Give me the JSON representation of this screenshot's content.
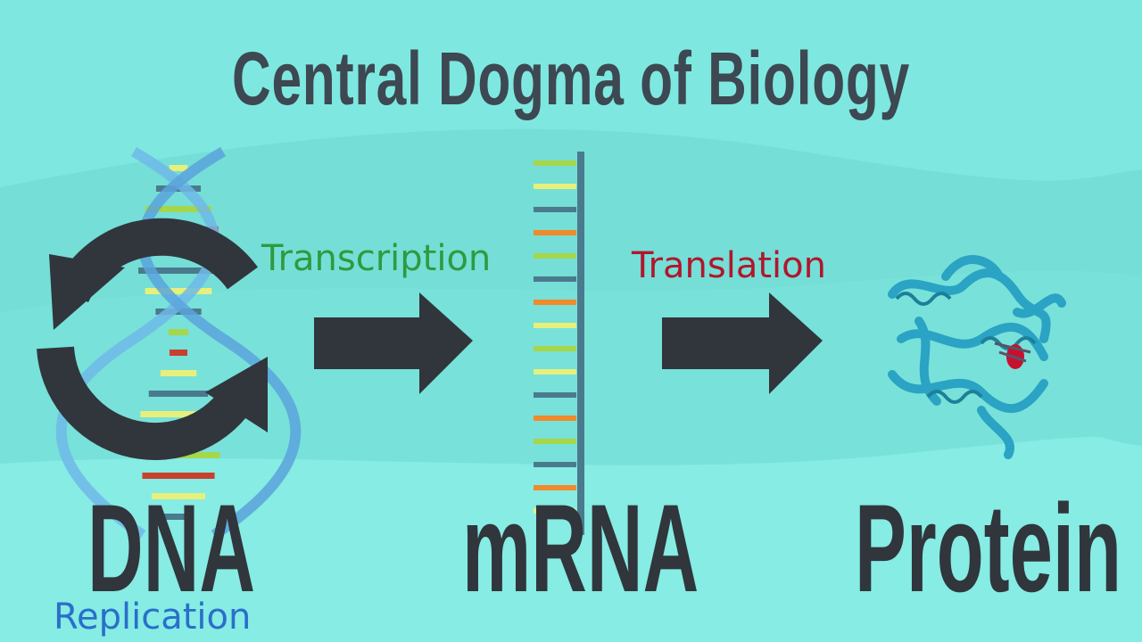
{
  "title": "Central Dogma of Biology",
  "stages": {
    "dna": "DNA",
    "mrna": "mRNA",
    "protein": "Protein"
  },
  "processes": {
    "replication": "Replication",
    "transcription": "Transcription",
    "translation": "Translation"
  },
  "colors": {
    "background": "#7ee8e0",
    "text_dark": "#30363c",
    "transcription": "#2e9b3e",
    "translation": "#b0172c",
    "replication": "#2a6fc9",
    "helix": "#6fb8e8",
    "protein": "#2aa3c4"
  }
}
